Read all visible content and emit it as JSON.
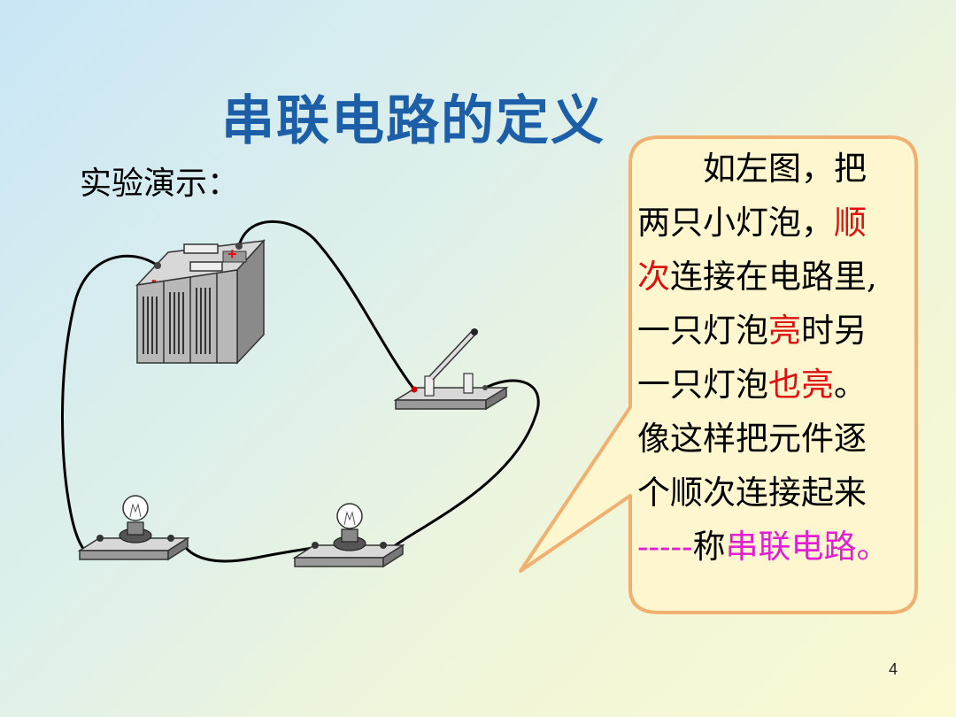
{
  "slide": {
    "title": "串联电路的定义",
    "subtitle": "实验演示：",
    "page_number": "4"
  },
  "battery": {
    "minus_label": "-",
    "plus_label": "+"
  },
  "bubble": {
    "lines": [
      [
        {
          "text": "　　如左图，把",
          "style": "plain"
        }
      ],
      [
        {
          "text": "两只小灯泡，",
          "style": "plain"
        },
        {
          "text": "顺",
          "style": "red"
        }
      ],
      [
        {
          "text": "次",
          "style": "red"
        },
        {
          "text": "连接在电路里,",
          "style": "plain"
        }
      ],
      [
        {
          "text": "一只灯泡",
          "style": "plain"
        },
        {
          "text": "亮",
          "style": "red"
        },
        {
          "text": "时另",
          "style": "plain"
        }
      ],
      [
        {
          "text": "一只灯泡",
          "style": "plain"
        },
        {
          "text": "也亮",
          "style": "red"
        },
        {
          "text": "。",
          "style": "plain"
        }
      ],
      [
        {
          "text": "像这样把元件逐",
          "style": "plain"
        }
      ],
      [
        {
          "text": "个顺次连接起来",
          "style": "plain"
        }
      ],
      [
        {
          "text": "-----",
          "style": "magenta"
        },
        {
          "text": "称",
          "style": "plain"
        },
        {
          "text": "串联电路。",
          "style": "magenta"
        }
      ]
    ]
  },
  "colors": {
    "title": "#1c5fa8",
    "emphasis_red": "#e01010",
    "emphasis_magenta": "#e020d0",
    "bubble_fill": "#fdf6cf",
    "bubble_border": "#f0b070"
  }
}
